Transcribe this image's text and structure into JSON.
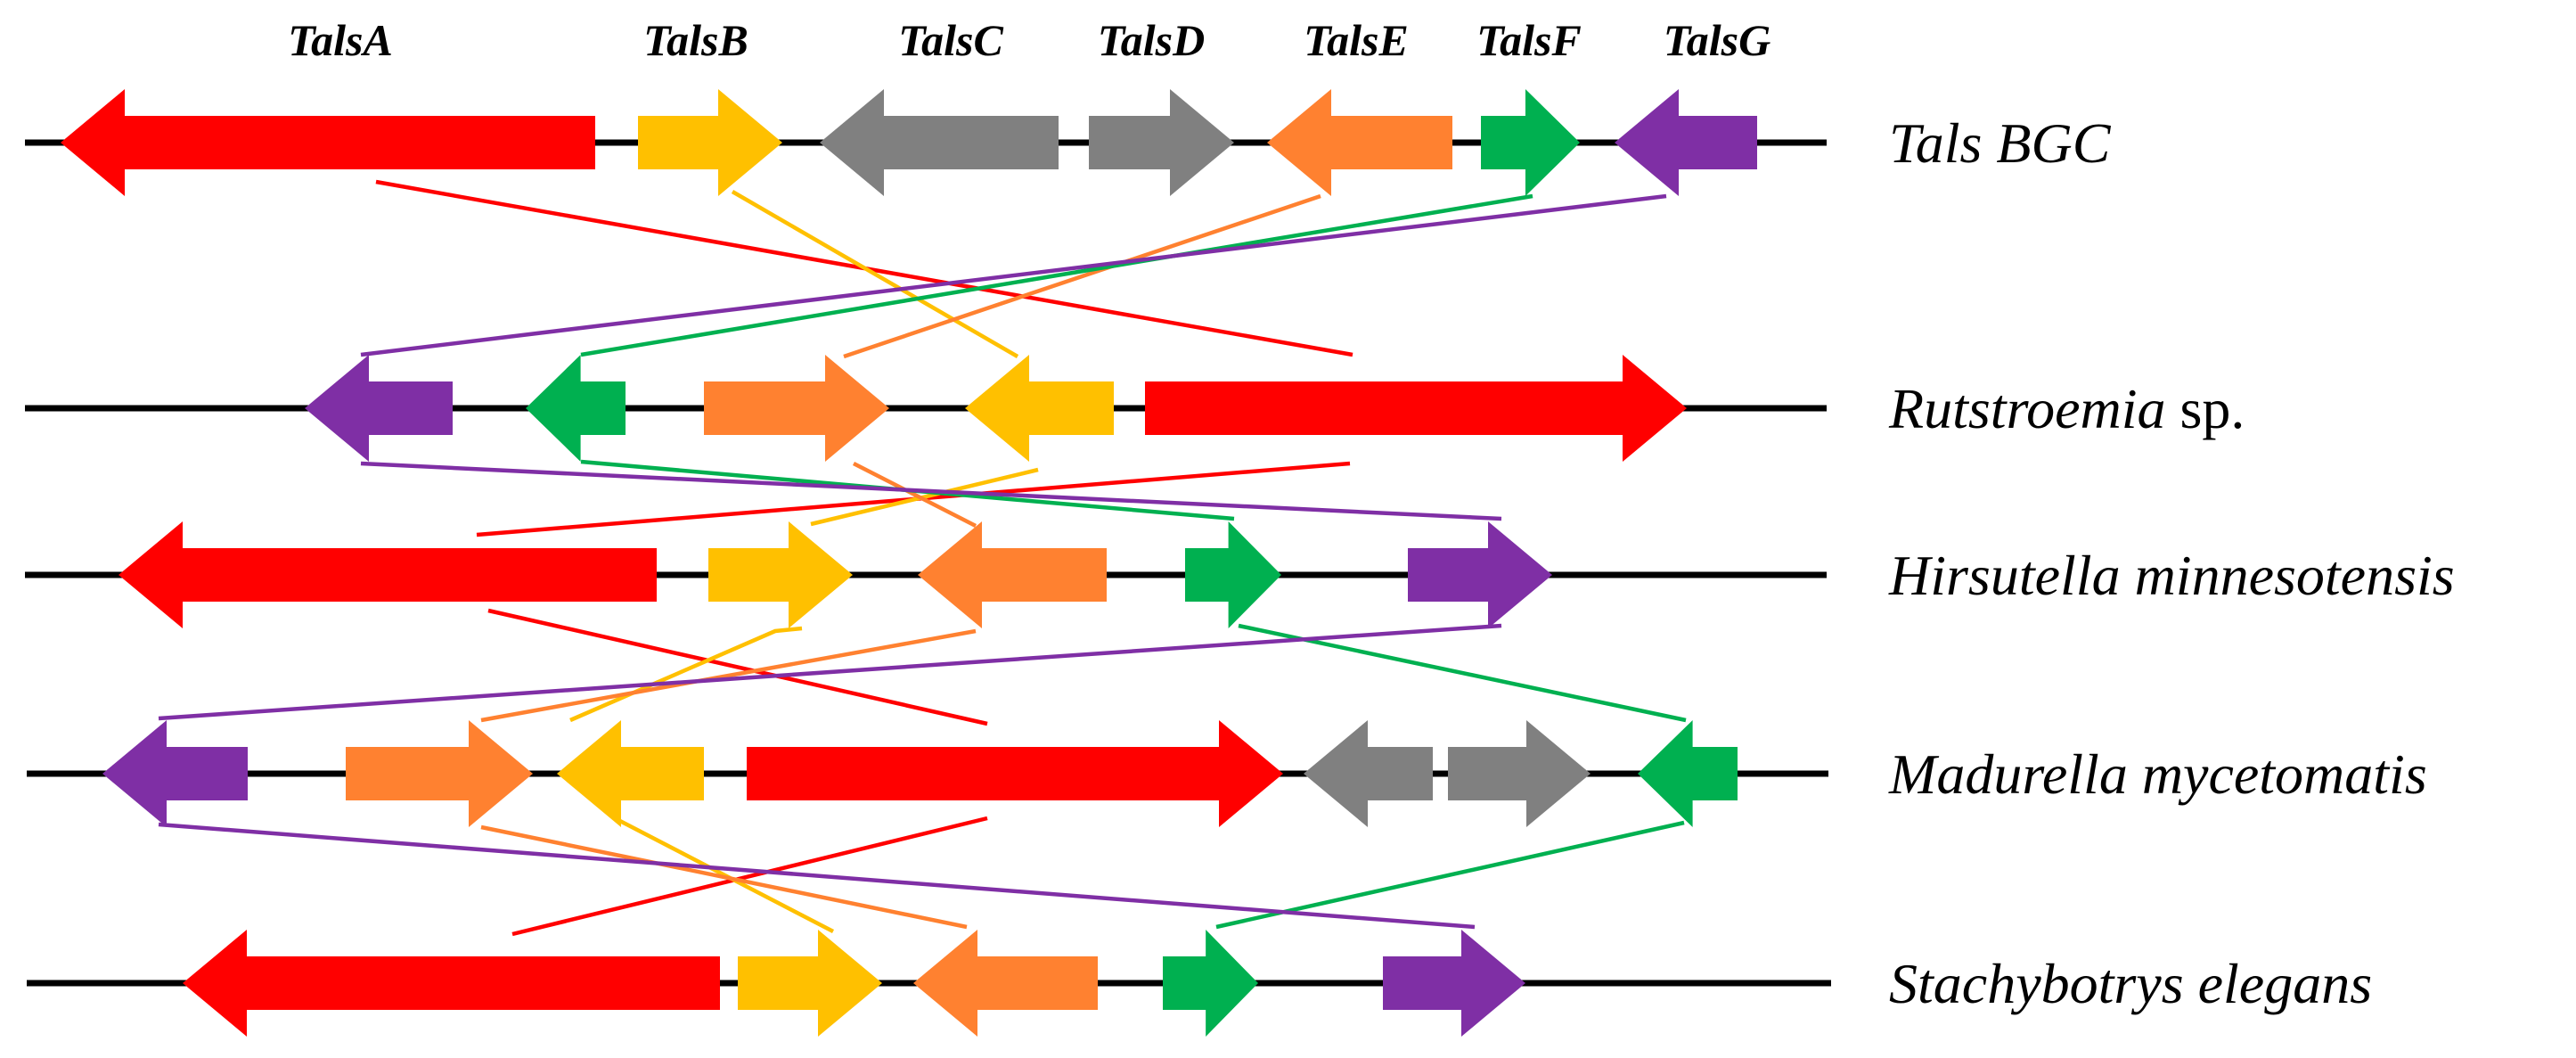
{
  "colors": {
    "TalsA": "#ff0000",
    "TalsB": "#ffc000",
    "TalsC": "#808080",
    "TalsD": "#808080",
    "TalsE": "#ff8130",
    "TalsF": "#00b050",
    "TalsG": "#7f2fa5",
    "backbone": "#000000"
  },
  "gene_headers": [
    {
      "id": "TalsA",
      "label": "TalsA"
    },
    {
      "id": "TalsB",
      "label": "TalsB"
    },
    {
      "id": "TalsC",
      "label": "TalsC"
    },
    {
      "id": "TalsD",
      "label": "TalsD"
    },
    {
      "id": "TalsE",
      "label": "TalsE"
    },
    {
      "id": "TalsF",
      "label": "TalsF"
    },
    {
      "id": "TalsG",
      "label": "TalsG"
    }
  ],
  "tracks": [
    {
      "id": "tals",
      "label_italic": "Tals BGC",
      "label_plain": "",
      "genes": [
        {
          "gene": "TalsA",
          "strand": "-"
        },
        {
          "gene": "TalsB",
          "strand": "+"
        },
        {
          "gene": "TalsC",
          "strand": "-"
        },
        {
          "gene": "TalsD",
          "strand": "+"
        },
        {
          "gene": "TalsE",
          "strand": "-"
        },
        {
          "gene": "TalsF",
          "strand": "+"
        },
        {
          "gene": "TalsG",
          "strand": "-"
        }
      ]
    },
    {
      "id": "rutstroemia",
      "label_italic": "Rutstroemia",
      "label_plain": " sp.",
      "genes": [
        {
          "gene": "TalsG",
          "strand": "-"
        },
        {
          "gene": "TalsF",
          "strand": "-"
        },
        {
          "gene": "TalsE",
          "strand": "+"
        },
        {
          "gene": "TalsB",
          "strand": "-"
        },
        {
          "gene": "TalsA",
          "strand": "+"
        }
      ]
    },
    {
      "id": "hirsutella",
      "label_italic": "Hirsutella minnesotensis",
      "label_plain": "",
      "genes": [
        {
          "gene": "TalsA",
          "strand": "-"
        },
        {
          "gene": "TalsB",
          "strand": "+"
        },
        {
          "gene": "TalsE",
          "strand": "-"
        },
        {
          "gene": "TalsF",
          "strand": "+"
        },
        {
          "gene": "TalsG",
          "strand": "+"
        }
      ]
    },
    {
      "id": "madurella",
      "label_italic": "Madurella mycetomatis",
      "label_plain": "",
      "genes": [
        {
          "gene": "TalsG",
          "strand": "-"
        },
        {
          "gene": "TalsE",
          "strand": "+"
        },
        {
          "gene": "TalsB",
          "strand": "-"
        },
        {
          "gene": "TalsA",
          "strand": "+"
        },
        {
          "gene": "TalsC",
          "strand": "-"
        },
        {
          "gene": "TalsD",
          "strand": "+"
        },
        {
          "gene": "TalsF",
          "strand": "-"
        }
      ]
    },
    {
      "id": "stachybotrys",
      "label_italic": "Stachybotrys elegans",
      "label_plain": "",
      "genes": [
        {
          "gene": "TalsA",
          "strand": "-"
        },
        {
          "gene": "TalsB",
          "strand": "+"
        },
        {
          "gene": "TalsE",
          "strand": "-"
        },
        {
          "gene": "TalsF",
          "strand": "+"
        },
        {
          "gene": "TalsG",
          "strand": "+"
        }
      ]
    }
  ]
}
